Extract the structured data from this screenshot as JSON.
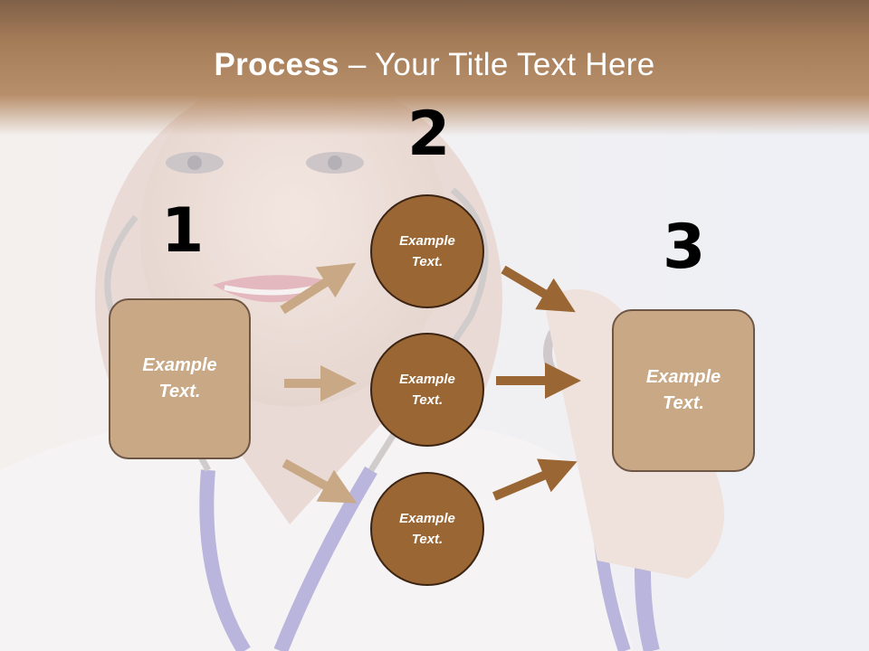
{
  "slide": {
    "title_bold": "Process",
    "title_rest": " – Your Title Text Here"
  },
  "steps": {
    "step1": {
      "number": "1",
      "text": "Example Text."
    },
    "step2": {
      "number": "2",
      "items": [
        "Example Text.",
        "Example Text.",
        "Example Text."
      ]
    },
    "step3": {
      "number": "3",
      "text": "Example Text."
    }
  },
  "colors": {
    "title_band": "#a57c58",
    "box_fill": "#c9a886",
    "circle_fill": "#9a6633",
    "arrow_light": "#c9a886",
    "arrow_dark": "#9a6633"
  }
}
